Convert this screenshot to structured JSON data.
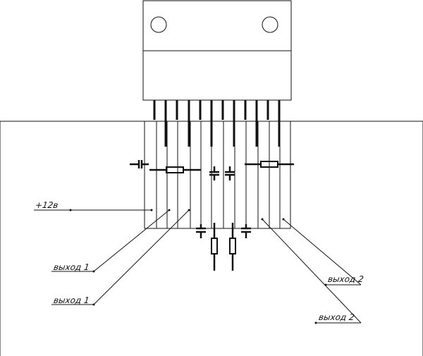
{
  "labels": {
    "supply": "+12в",
    "out1_a": "выход 1",
    "out1_b": "выход 1",
    "out2_a": "выход 2",
    "out2_b": "выход 2"
  },
  "colors": {
    "line": "#111111",
    "background": "#ffffff"
  }
}
